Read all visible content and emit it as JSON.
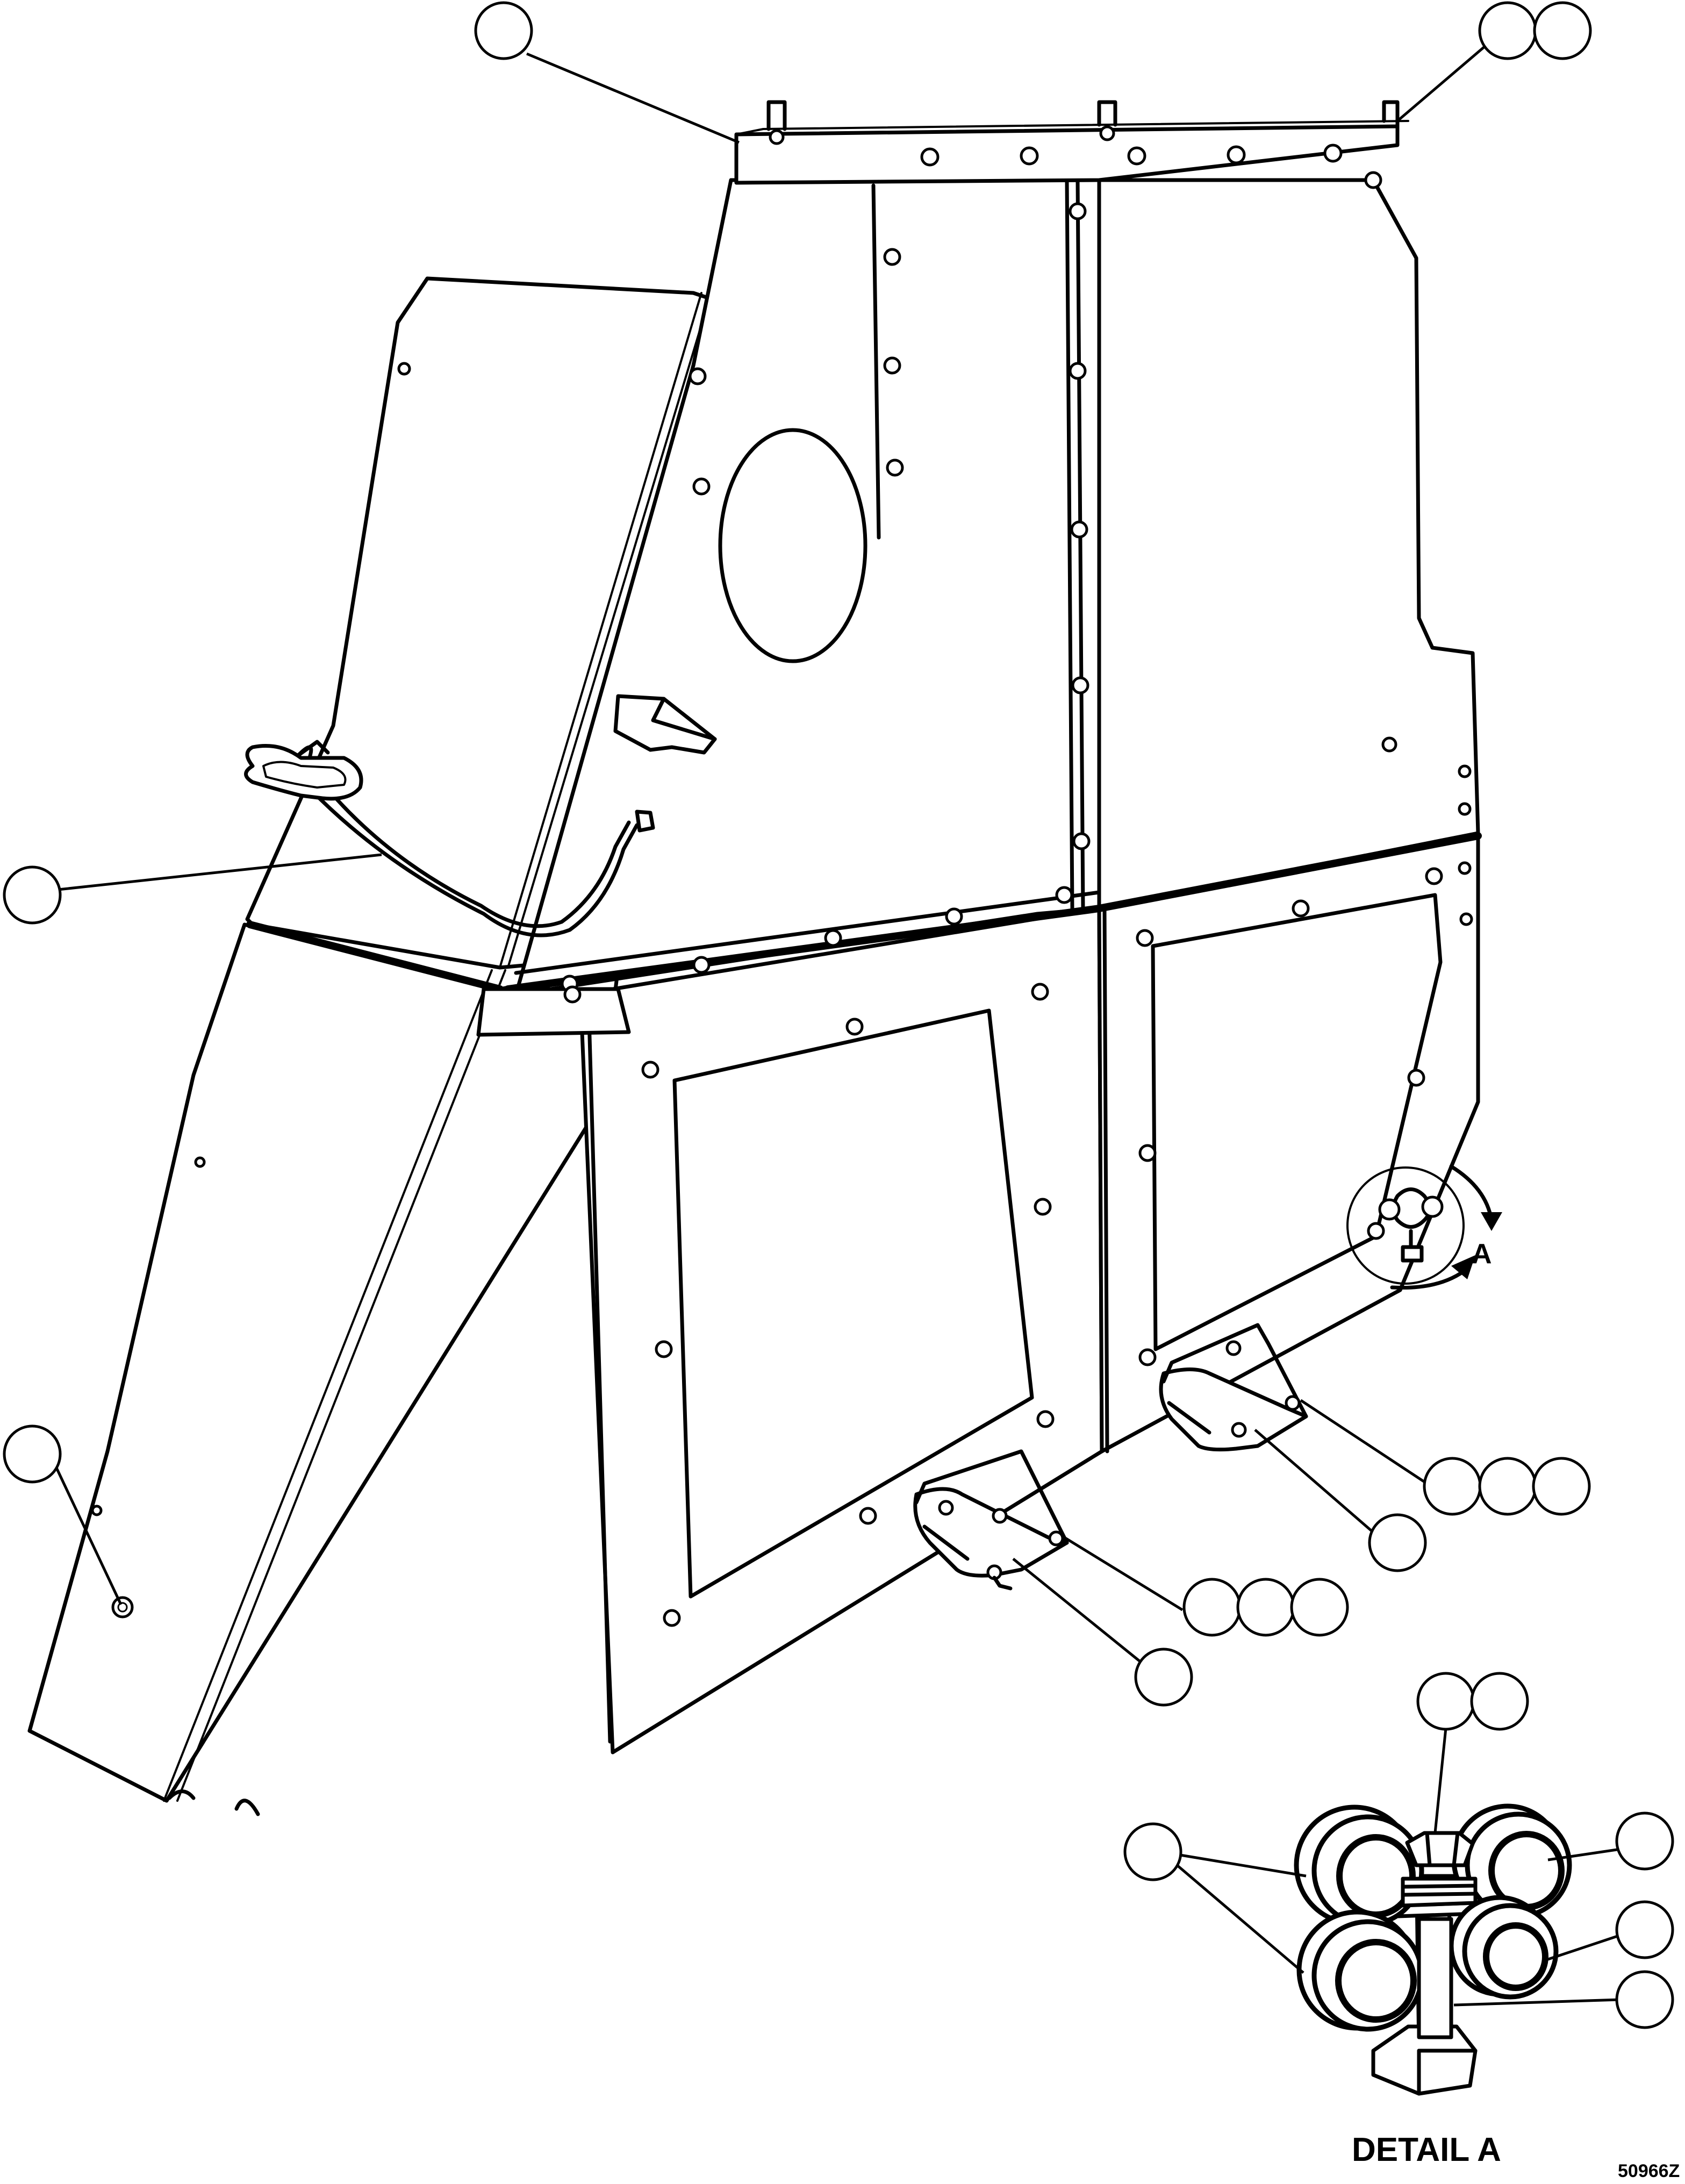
{
  "detail_marker_letter": "A",
  "detail_caption": "DETAIL A",
  "drawing_number": "50966Z",
  "balloons": [
    {
      "id": "b1"
    },
    {
      "id": "b2"
    },
    {
      "id": "b3"
    },
    {
      "id": "b4"
    },
    {
      "id": "b5"
    },
    {
      "id": "b6"
    },
    {
      "id": "b7"
    },
    {
      "id": "b8"
    },
    {
      "id": "b9"
    },
    {
      "id": "b10"
    },
    {
      "id": "b11"
    },
    {
      "id": "b12"
    },
    {
      "id": "b13"
    },
    {
      "id": "b14"
    },
    {
      "id": "b15"
    },
    {
      "id": "b16"
    },
    {
      "id": "b17"
    },
    {
      "id": "b18"
    },
    {
      "id": "b19"
    },
    {
      "id": "b20"
    }
  ]
}
